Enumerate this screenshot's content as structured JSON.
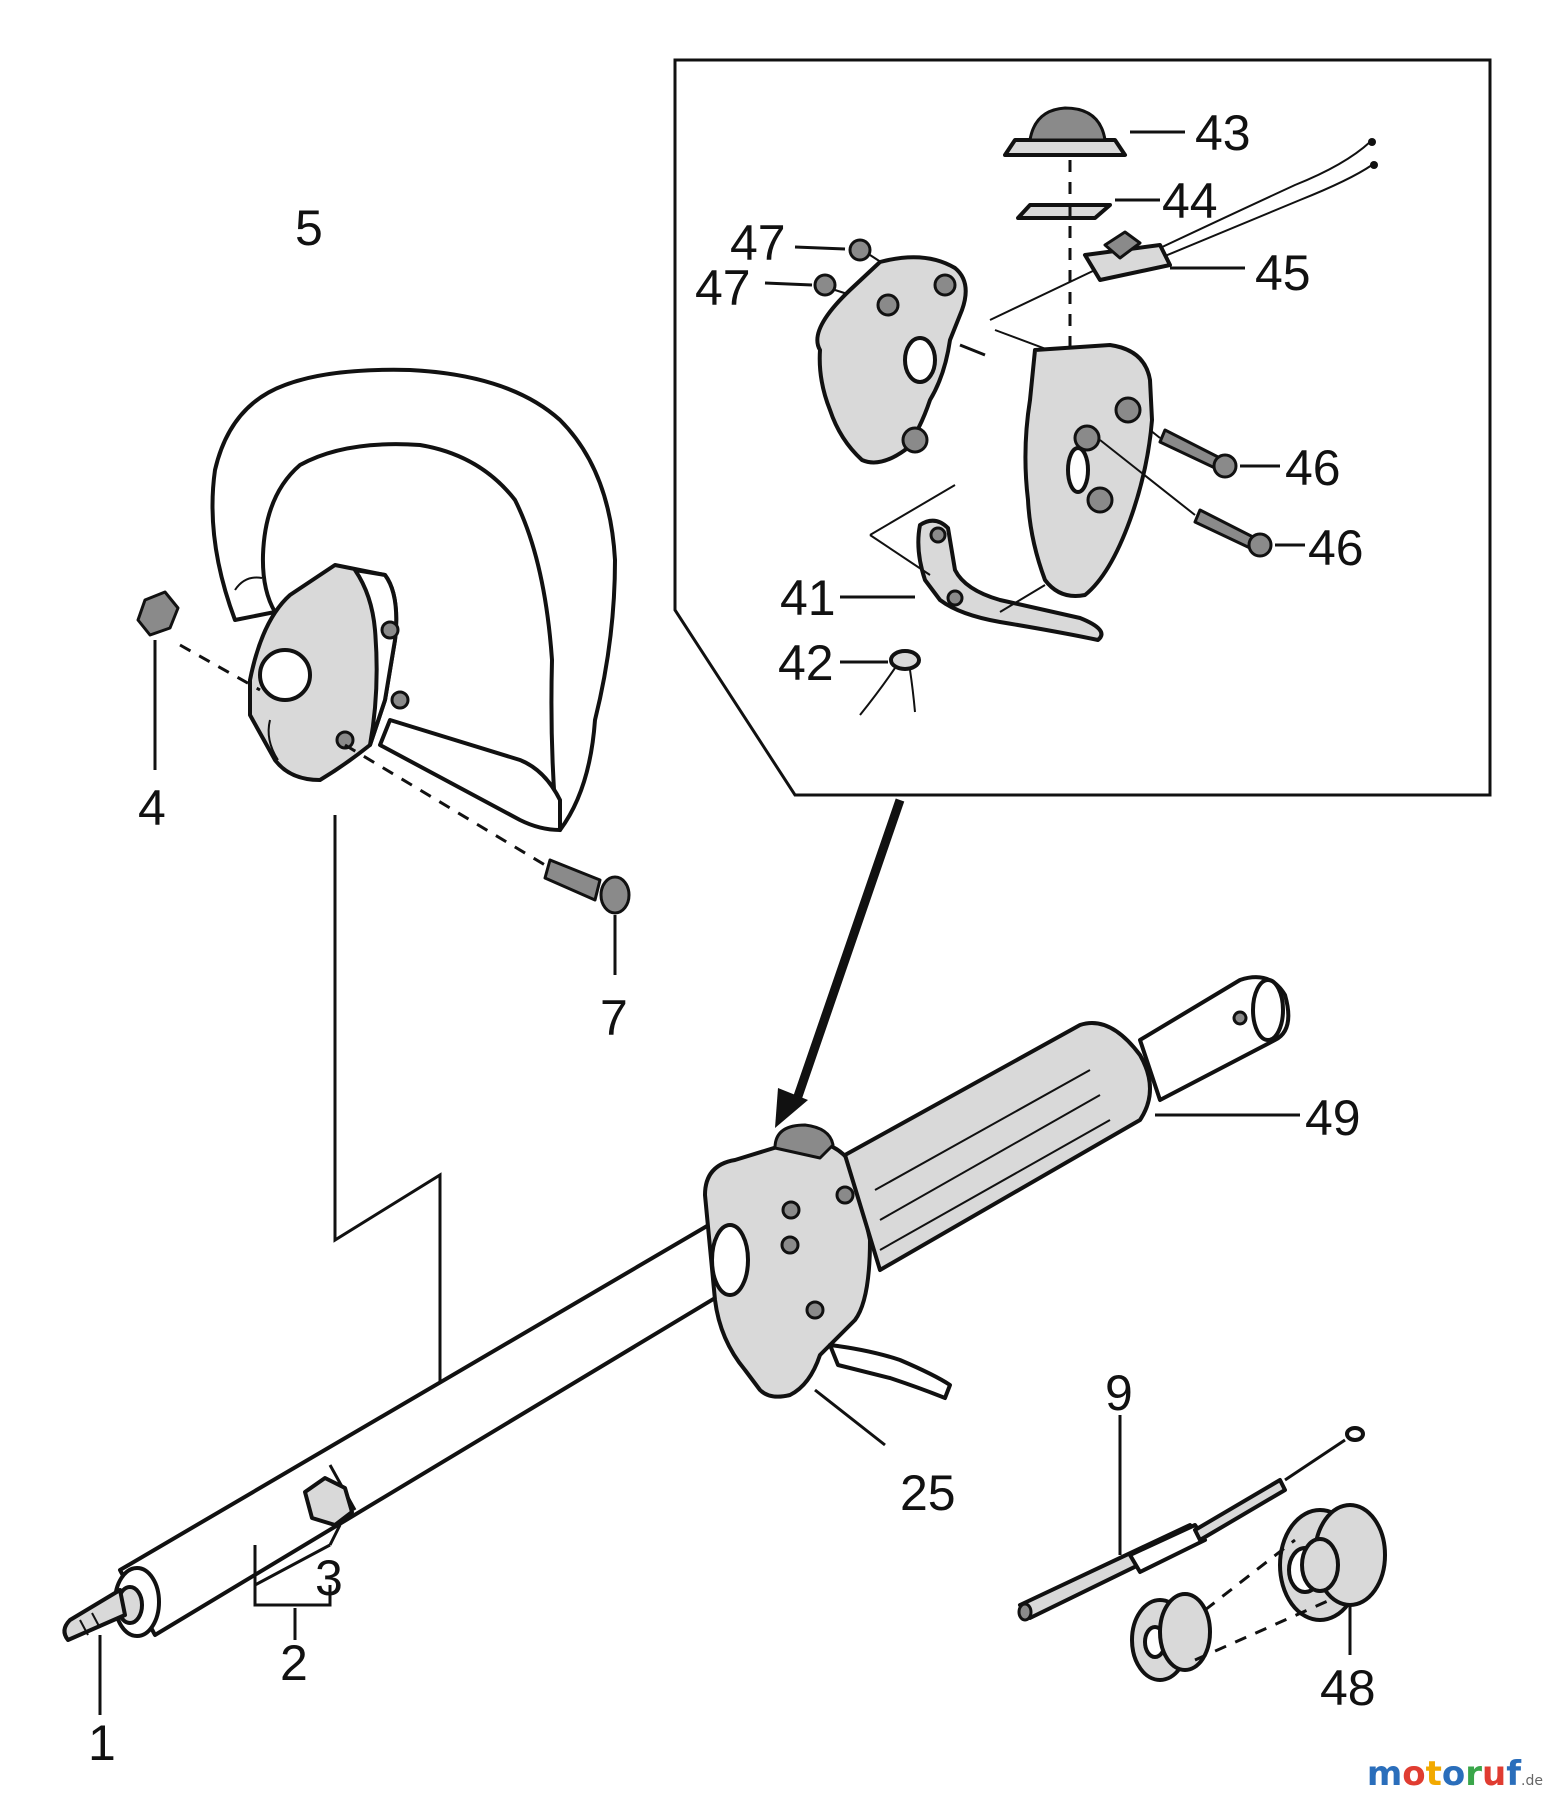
{
  "callouts": {
    "c1": "1",
    "c2": "2",
    "c3": "3",
    "c4": "4",
    "c5": "5",
    "c7": "7",
    "c9": "9",
    "c25": "25",
    "c41": "41",
    "c42": "42",
    "c43": "43",
    "c44": "44",
    "c45": "45",
    "c46a": "46",
    "c46b": "46",
    "c47a": "47",
    "c47b": "47",
    "c48": "48",
    "c49": "49"
  },
  "watermark": {
    "letters": [
      {
        "ch": "m",
        "color": "#2a6ebb"
      },
      {
        "ch": "o",
        "color": "#e03c31"
      },
      {
        "ch": "t",
        "color": "#f2a900"
      },
      {
        "ch": "o",
        "color": "#2a6ebb"
      },
      {
        "ch": "r",
        "color": "#3aa64a"
      },
      {
        "ch": "u",
        "color": "#e03c31"
      },
      {
        "ch": "f",
        "color": "#2a6ebb"
      }
    ],
    "tld": ".de"
  }
}
